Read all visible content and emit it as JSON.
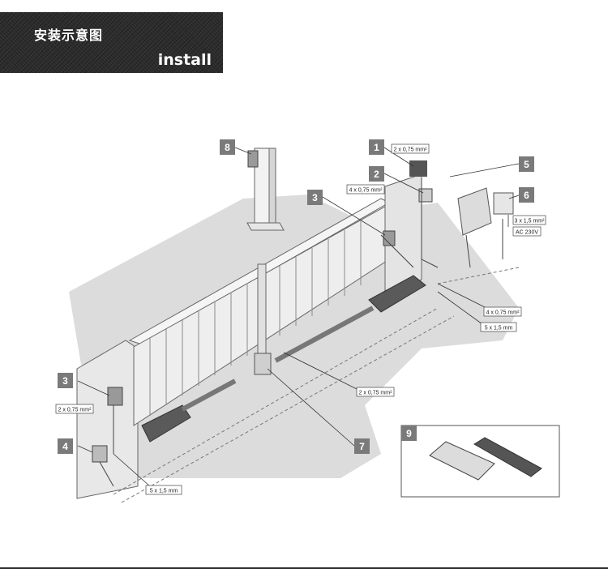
{
  "header": {
    "title_cn": "安装示意图",
    "title_en": "install"
  },
  "colors": {
    "number_badge": "#7a7a7a",
    "ground": "#d9d9d9",
    "motor_dark": "#4a4a4a",
    "header_bg": "#2b2b2b"
  },
  "callouts": [
    {
      "id": "1",
      "label": "1"
    },
    {
      "id": "2",
      "label": "2"
    },
    {
      "id": "3a",
      "label": "3"
    },
    {
      "id": "3b",
      "label": "3"
    },
    {
      "id": "4",
      "label": "4"
    },
    {
      "id": "5",
      "label": "5"
    },
    {
      "id": "6",
      "label": "6"
    },
    {
      "id": "7",
      "label": "7"
    },
    {
      "id": "8",
      "label": "8"
    },
    {
      "id": "9",
      "label": "9"
    }
  ],
  "cable_labels": {
    "c1": "2 x 0,75 mm²",
    "c2": "4 x 0,75 mm²",
    "c3": "3 x 1,5 mm²",
    "c4": "AC 230V",
    "c5": "4 x 0,75 mm²",
    "c6": "5 x 1,5 mm",
    "c7": "2 x 0,75 mm²",
    "c8": "2 x 0,75 mm²",
    "c9": "5 x 1,5 mm"
  }
}
